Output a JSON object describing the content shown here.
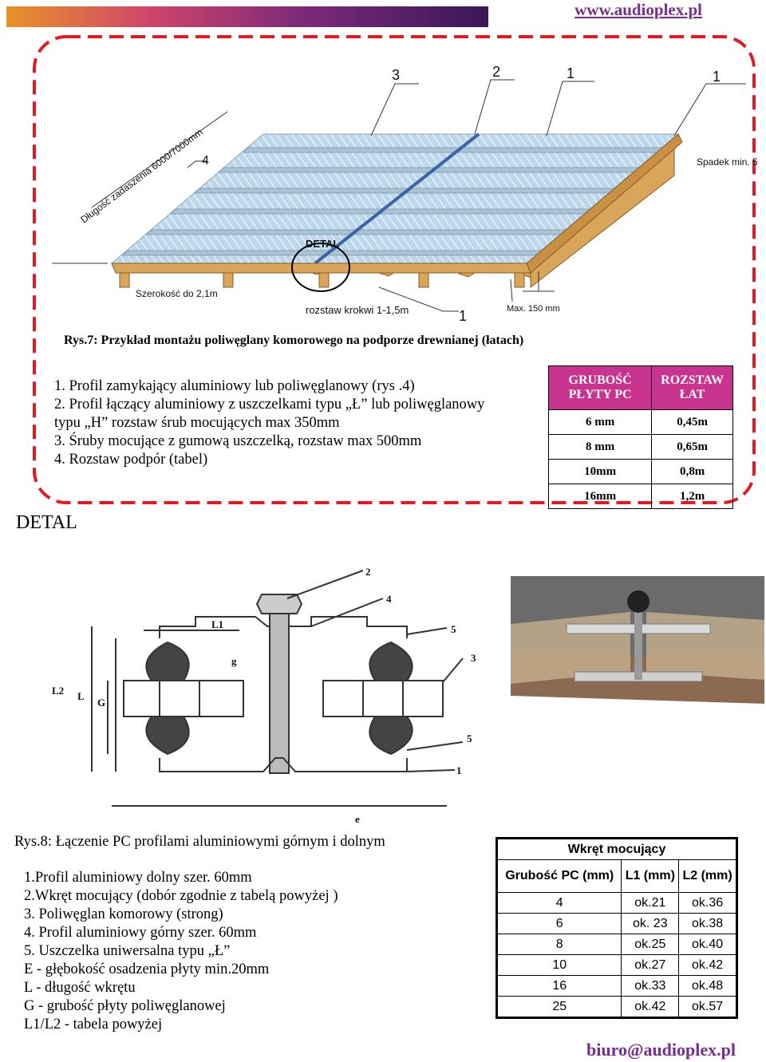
{
  "header": {
    "url": "www.audioplex.pl"
  },
  "figure7": {
    "labels": {
      "n3": "3",
      "n2": "2",
      "n1a": "1",
      "n1b": "1",
      "n4": "4",
      "n1c": "1",
      "length": "Długość zadaszenia 6000/7000mm",
      "slope": "Spadek min. 5",
      "detal": "DETAL",
      "width": "Szerokość do 2,1m",
      "rafters": "rozstaw krokwi 1-1,5m",
      "max": "Max. 150 mm"
    },
    "caption": "Rys.7: Przykład  montażu poliwęglany komorowego na podporze drewnianej (łatach)",
    "list": [
      "1. Profil zamykający aluminiowy lub poliwęglanowy  (rys .4)",
      "2. Profil łączący aluminiowy z uszczelkami typu „Ł” lub poliwęglanowy",
      "typu „H” rozstaw śrub mocujących max 350mm",
      "3. Śruby mocujące  z gumową uszczelką, rozstaw max 500mm",
      "4. Rozstaw podpór (tabel)"
    ]
  },
  "table1": {
    "headers": [
      "GRUBOŚĆ PŁYTY PC",
      "ROZSTAW ŁAT"
    ],
    "rows": [
      [
        "6 mm",
        "0,45m"
      ],
      [
        "8 mm",
        "0,65m"
      ],
      [
        "10mm",
        "0,8m"
      ],
      [
        "16mm",
        "1,2m"
      ]
    ]
  },
  "detal_heading": "DETAL",
  "figure8": {
    "labels": {
      "n2": "2",
      "n4": "4",
      "n5a": "5",
      "n3": "3",
      "n5b": "5",
      "n1": "1",
      "L1": "L1",
      "L2": "L2",
      "L": "L",
      "G": "G",
      "g": "g",
      "e": "e"
    },
    "caption": "Rys.8: Łączenie PC profilami aluminiowymi górnym i dolnym",
    "list": [
      "1.Profil aluminiowy dolny szer. 60mm",
      "2.Wkręt mocujący (dobór zgodnie z tabelą powyżej )",
      "3. Poliwęglan komorowy (strong)",
      "4. Profil aluminiowy górny szer. 60mm",
      "5. Uszczelka uniwersalna typu „Ł”",
      "E - głębokość osadzenia płyty min.20mm",
      "L - długość wkrętu",
      "G - grubość płyty  poliwęglanowej",
      "L1/L2 -  tabela powyżej"
    ]
  },
  "table2": {
    "title": "Wkręt mocujący",
    "headers": [
      "Grubość PC (mm)",
      "L1 (mm)",
      "L2 (mm)"
    ],
    "rows": [
      [
        "4",
        "ok.21",
        "ok.36"
      ],
      [
        "6",
        "ok. 23",
        "ok.38"
      ],
      [
        "8",
        "ok.25",
        "ok.40"
      ],
      [
        "10",
        "ok.27",
        "ok.42"
      ],
      [
        "16",
        "ok.33",
        "ok.48"
      ],
      [
        "25",
        "ok.42",
        "ok.57"
      ]
    ]
  },
  "footer": {
    "email": "biuro@audioplex.pl"
  }
}
